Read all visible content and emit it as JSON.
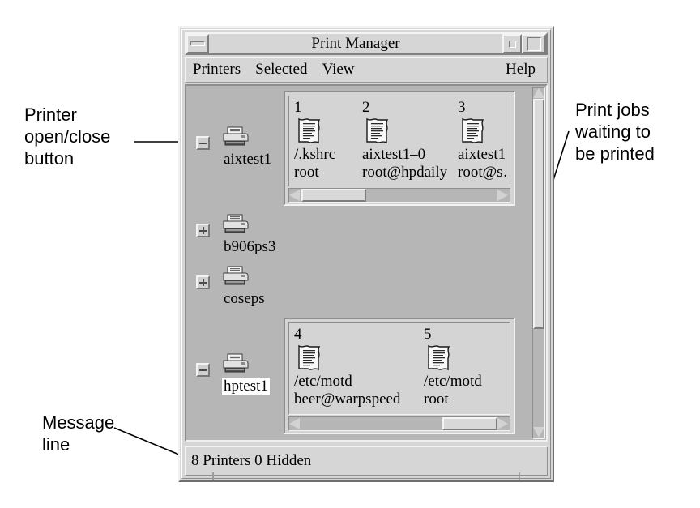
{
  "window": {
    "title": "Print Manager",
    "titlebar_buttons": [
      {
        "name": "minimize",
        "glyph": "minimize-bar"
      },
      {
        "name": "restore",
        "glyph": "small-square"
      },
      {
        "name": "maximize",
        "glyph": "large-square"
      }
    ],
    "menus": [
      {
        "label": "Printers",
        "mnemonic": "P"
      },
      {
        "label": "Selected",
        "mnemonic": "S"
      },
      {
        "label": "View",
        "mnemonic": "V"
      },
      {
        "label": "Help",
        "mnemonic": "H"
      }
    ],
    "message_line": "8 Printers 0 Hidden"
  },
  "printers": [
    {
      "name": "aixtest1",
      "state": "open",
      "toggle": "minus",
      "selected": false,
      "icon": "printer-icon"
    },
    {
      "name": "b906ps3",
      "state": "closed",
      "toggle": "plus",
      "selected": false,
      "icon": "printer-icon"
    },
    {
      "name": "coseps",
      "state": "closed",
      "toggle": "plus",
      "selected": false,
      "icon": "printer-icon"
    },
    {
      "name": "hptest1",
      "state": "open",
      "toggle": "minus",
      "selected": true,
      "icon": "printer-icon"
    }
  ],
  "job_panels": [
    {
      "owner_printer": "aixtest1",
      "jobs": [
        {
          "number": "1",
          "title": "/.kshrc",
          "owner": "root",
          "icon": "document-icon"
        },
        {
          "number": "2",
          "title": "aixtest1–0",
          "owner": "root@hpdaily",
          "icon": "document-icon"
        },
        {
          "number": "3",
          "title": "aixtest1",
          "owner": "root@s…",
          "icon": "document-icon"
        }
      ],
      "hscroll": {
        "thumb_start_pct": 0,
        "thumb_width_pct": 33
      }
    },
    {
      "owner_printer": "hptest1",
      "jobs": [
        {
          "number": "4",
          "title": "/etc/motd",
          "owner": "beer@warpspeed",
          "icon": "document-icon"
        },
        {
          "number": "5",
          "title": "/etc/motd",
          "owner": "root",
          "icon": "document-icon"
        }
      ],
      "hscroll": {
        "thumb_start_pct": 72,
        "thumb_width_pct": 28
      }
    }
  ],
  "vscroll": {
    "thumb_start_pct": 0,
    "thumb_height_pct": 70
  },
  "annotations": [
    {
      "id": "printer-toggle",
      "lines": "Printer\nopen/close\nbutton"
    },
    {
      "id": "print-jobs",
      "lines": "Print jobs\nwaiting to\nbe printed"
    },
    {
      "id": "message-line",
      "lines": "Message\nline"
    }
  ],
  "colors": {
    "window_bg": "#d6d6d6",
    "work_area_bg": "#b6b6b6",
    "panel_bg": "#d4d4d4",
    "selection_bg": "#ffffff",
    "text": "#000000"
  }
}
